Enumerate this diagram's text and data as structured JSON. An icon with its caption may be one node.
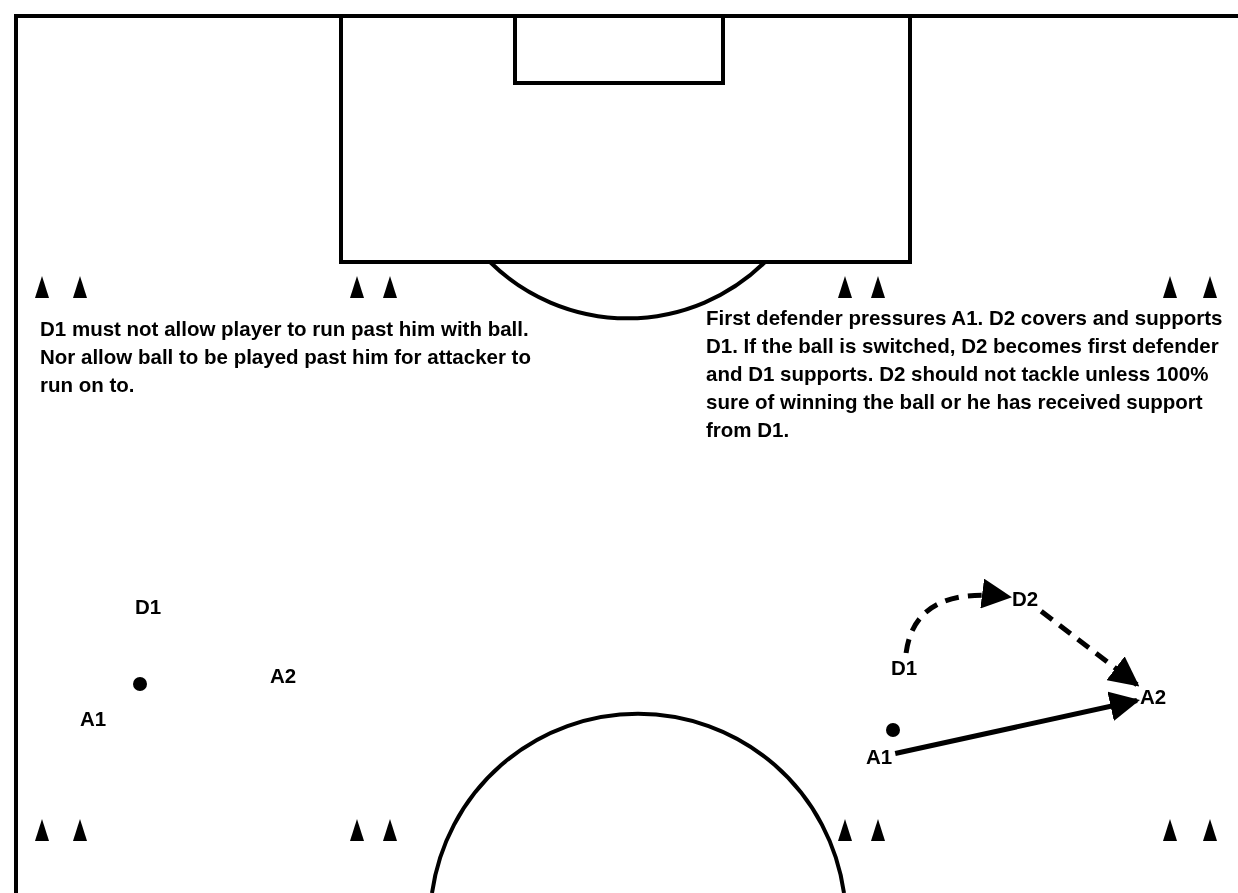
{
  "diagram": {
    "nodes": [
      {
        "text": [
          "D2"
        ]
      },
      {
        "text": [
          "D1"
        ]
      },
      {
        "text": [
          "A2"
        ]
      },
      {
        "text": [
          "A1"
        ]
      }
    ],
    "edges": [
      {
        "from": 1,
        "to": 0,
        "arrow": "to",
        "style": "dashed"
      },
      {
        "from": 0,
        "to": 2,
        "arrow": "to",
        "style": "dashed"
      },
      {
        "from": 3,
        "to": 2,
        "arrow": "to"
      }
    ],
    "labels": [
      "D1 must not allow player to run past him with ball. Nor allow ball to be played past him for attacker to run on to.",
      "First defender pressures A1. D2 covers and supports D1. If the ball is switched, D2 becomes first defender and D1 supports. D2 should not tackle unless 100% sure of winning the ball or he has received support from D1.",
      "D1",
      "A2",
      "A1"
    ]
  }
}
